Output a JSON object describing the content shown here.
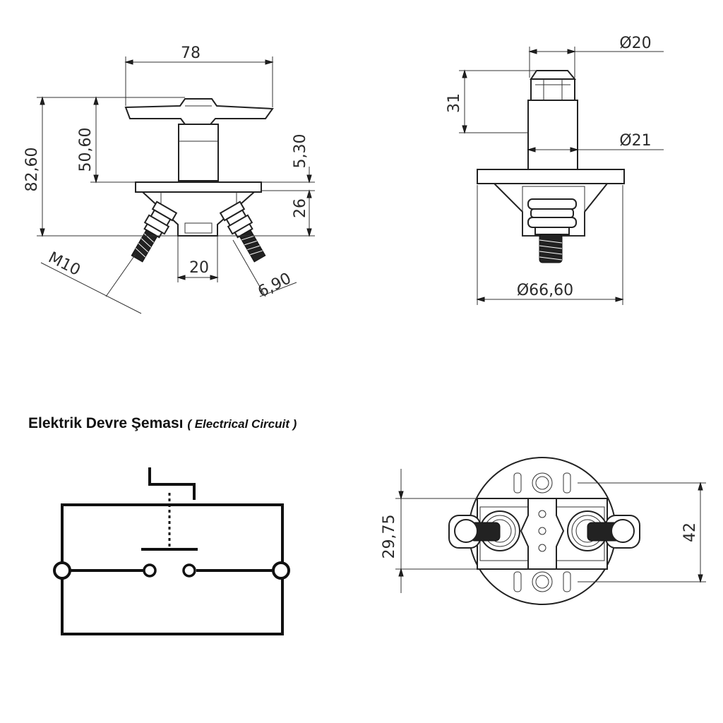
{
  "heading": {
    "title": "Elektrik Devre Şeması",
    "subtitle": "( Electrical Circuit )"
  },
  "front_view": {
    "dims": {
      "width_78": "78",
      "height_82_60": "82,60",
      "height_50_60": "50,60",
      "height_5_30": "5,30",
      "height_26": "26",
      "thread_m10": "M10",
      "spacing_20": "20",
      "size_6_90": "6,90"
    }
  },
  "side_view": {
    "dims": {
      "dia_20": "Ø20",
      "height_31": "31",
      "dia_21": "Ø21",
      "dia_66_60": "Ø66,60"
    }
  },
  "bottom_view": {
    "dims": {
      "height_29_75": "29,75",
      "height_42": "42"
    }
  }
}
